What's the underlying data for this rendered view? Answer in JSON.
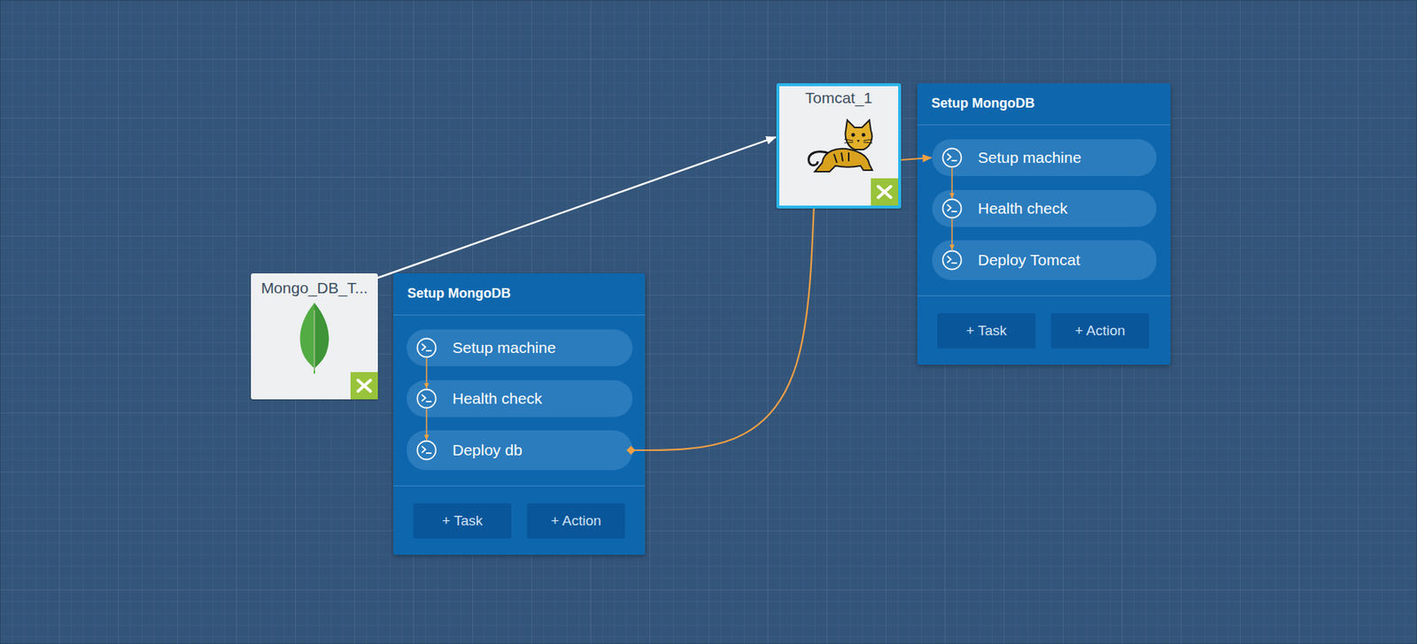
{
  "diagram": {
    "nodes": [
      {
        "text": [
          "Mongo_DB_T..."
        ]
      },
      {
        "text": [
          "Setup MongoDB"
        ]
      },
      {
        "text": [
          "Setup machine"
        ],
        "in": 1
      },
      {
        "text": [
          "Health check"
        ],
        "in": 1
      },
      {
        "text": [
          "Deploy db"
        ],
        "in": 1
      },
      {
        "text": [
          "+ Task"
        ],
        "in": 1
      },
      {
        "text": [
          "+ Action"
        ],
        "in": 1
      },
      {
        "text": [
          "Tomcat_1"
        ]
      },
      {
        "text": [
          "Setup MongoDB"
        ]
      },
      {
        "text": [
          "Setup machine"
        ],
        "in": 8
      },
      {
        "text": [
          "Health check"
        ],
        "in": 8
      },
      {
        "text": [
          "Deploy Tomcat"
        ],
        "in": 8
      },
      {
        "text": [
          "+ Task"
        ],
        "in": 8
      },
      {
        "text": [
          "+ Action"
        ],
        "in": 8
      }
    ],
    "edges": [
      {
        "from": 0,
        "to": 7,
        "arrow": "to"
      },
      {
        "from": 4,
        "to": 7,
        "arrow": "none"
      },
      {
        "from": 7,
        "to": 9,
        "arrow": "to"
      },
      {
        "from": 2,
        "to": 3,
        "arrow": "to"
      },
      {
        "from": 3,
        "to": 4,
        "arrow": "to"
      },
      {
        "from": 9,
        "to": 10,
        "arrow": "to"
      },
      {
        "from": 10,
        "to": 11,
        "arrow": "to"
      }
    ]
  }
}
